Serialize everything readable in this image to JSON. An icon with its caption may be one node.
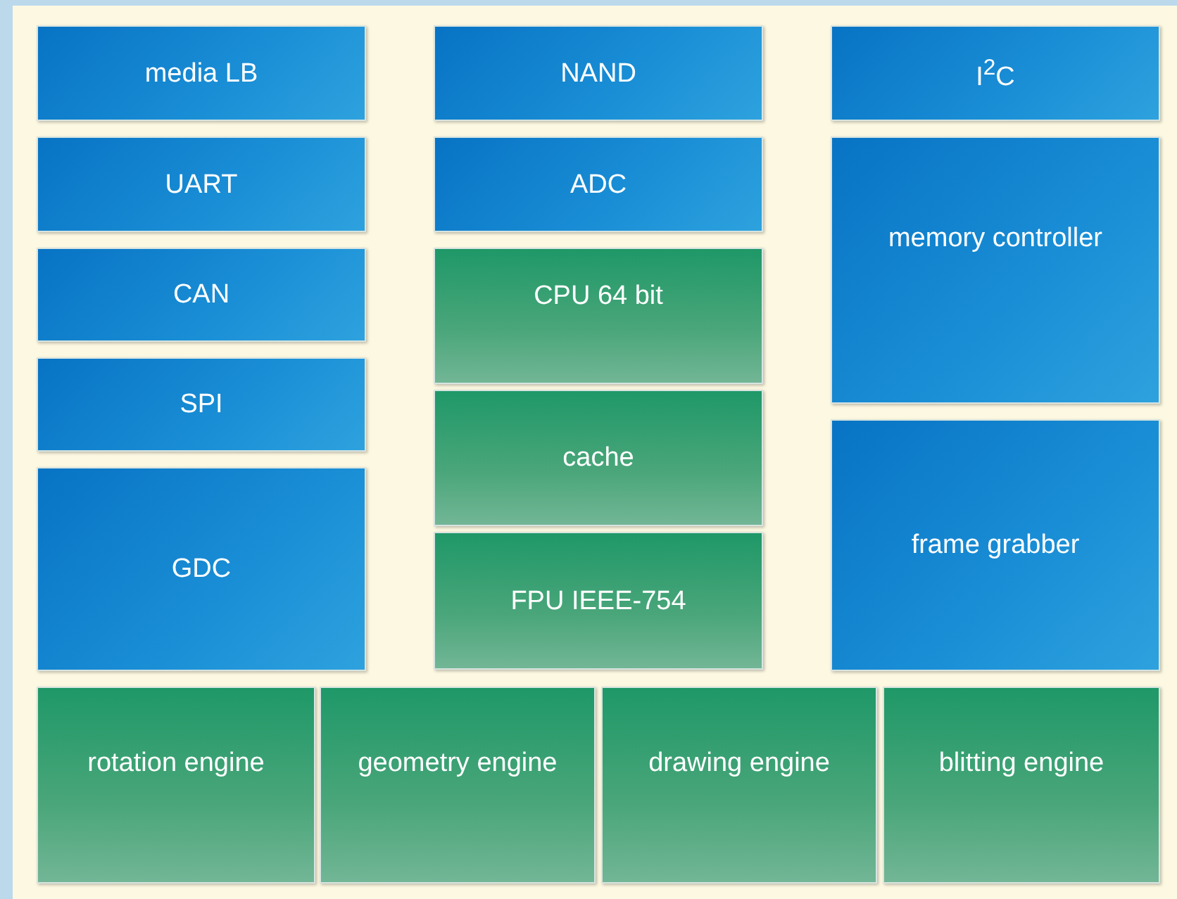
{
  "diagram": {
    "nodes": [
      {
        "text": [
          "media LB"
        ]
      },
      {
        "text": [
          "NAND"
        ]
      },
      {
        "text": [
          "I$^{2}$C"
        ]
      },
      {
        "text": [
          "UART"
        ]
      },
      {
        "text": [
          "ADC"
        ]
      },
      {
        "text": [
          "memory controller"
        ]
      },
      {
        "text": [
          "CAN"
        ]
      },
      {
        "text": [
          "CPU 64 bit"
        ]
      },
      {
        "text": [
          "SPI"
        ]
      },
      {
        "text": [
          "cache"
        ]
      },
      {
        "text": [
          "frame grabber"
        ]
      },
      {
        "text": [
          "GDC"
        ]
      },
      {
        "text": [
          "FPU IEEE-754"
        ]
      },
      {
        "text": [
          "rotation engine"
        ]
      },
      {
        "text": [
          "geometry engine"
        ]
      },
      {
        "text": [
          "drawing engine"
        ]
      },
      {
        "text": [
          "blitting engine"
        ]
      }
    ]
  }
}
